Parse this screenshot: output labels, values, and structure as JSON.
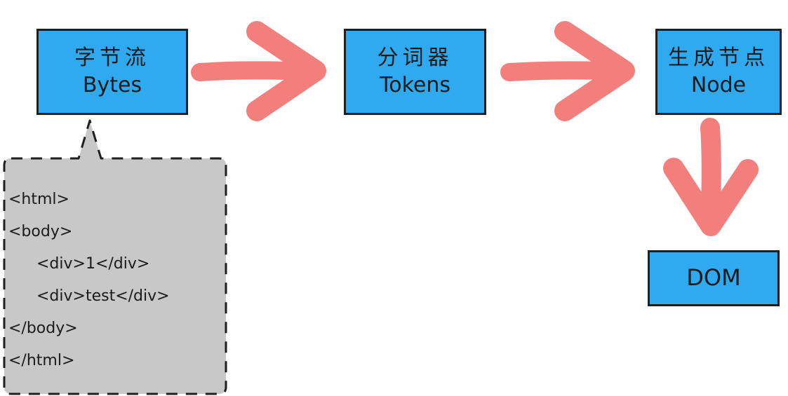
{
  "nodes": {
    "bytes": {
      "zh": "字节流",
      "en": "Bytes"
    },
    "tokens": {
      "zh": "分词器",
      "en": "Tokens"
    },
    "node": {
      "zh": "生成节点",
      "en": "Node"
    },
    "dom": {
      "label": "DOM"
    }
  },
  "callout": {
    "lines": [
      "<html>",
      "<body>",
      "<div>1</div>",
      "<div>test</div>",
      "</body>",
      "</html>"
    ]
  },
  "colors": {
    "box_fill": "#2fa9ef",
    "arrow": "#f37f7c",
    "callout_fill": "#c8c8c8"
  }
}
